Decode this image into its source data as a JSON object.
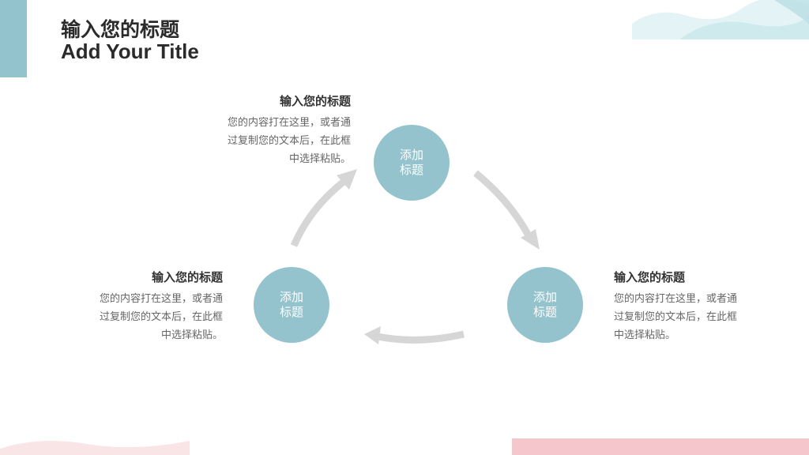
{
  "header": {
    "title_cn": "输入您的标题",
    "title_en": "Add Your Title"
  },
  "cycle": {
    "nodes": [
      {
        "line1": "添加",
        "line2": "标题"
      },
      {
        "line1": "添加",
        "line2": "标题"
      },
      {
        "line1": "添加",
        "line2": "标题"
      }
    ],
    "blocks": [
      {
        "title": "输入您的标题",
        "line1": "您的内容打在这里，或者通",
        "line2": "过复制您的文本后，在此框",
        "line3": "中选择粘贴。"
      },
      {
        "title": "输入您的标题",
        "line1": "您的内容打在这里，或者通",
        "line2": "过复制您的文本后，在此框",
        "line3": "中选择粘贴。"
      },
      {
        "title": "输入您的标题",
        "line1": "您的内容打在这里，或者通",
        "line2": "过复制您的文本后，在此框",
        "line3": "中选择粘贴。"
      }
    ]
  },
  "colors": {
    "accent": "#93c3cd",
    "circle": "#94c3cd",
    "arrow": "#d6d6d6",
    "pink": "#f5c6cb"
  }
}
